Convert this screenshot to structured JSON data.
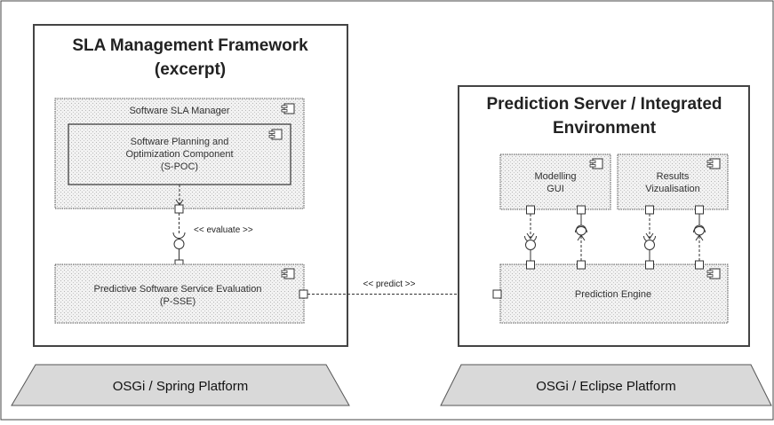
{
  "left_framework": {
    "title_line1": "SLA Management Framework",
    "title_line2": "(excerpt)",
    "sla_manager": "Software SLA Manager",
    "spoc_line1": "Software Planning and",
    "spoc_line2": "Optimization Component",
    "spoc_line3": "(S-POC)",
    "pss_line1": "Predictive Software Service Evaluation",
    "pss_line2": "(P-SSE)",
    "evaluate_label": "<< evaluate >>"
  },
  "predict_label": "<< predict >>",
  "right_framework": {
    "title_line1": "Prediction Server / Integrated",
    "title_line2": "Environment",
    "modelling_line1": "Modelling",
    "modelling_line2": "GUI",
    "results_line1": "Results",
    "results_line2": "Vizualisation",
    "engine": "Prediction Engine"
  },
  "platforms": {
    "left": "OSGi / Spring Platform",
    "right": "OSGi / Eclipse Platform"
  },
  "colors": {
    "border": "#444444",
    "platform_fill": "#d9d9d9",
    "component_fill": "#eeeeee"
  },
  "icons": {
    "component": "uml-component-icon",
    "provided_interface": "lollipop-icon",
    "required_interface": "socket-icon"
  }
}
